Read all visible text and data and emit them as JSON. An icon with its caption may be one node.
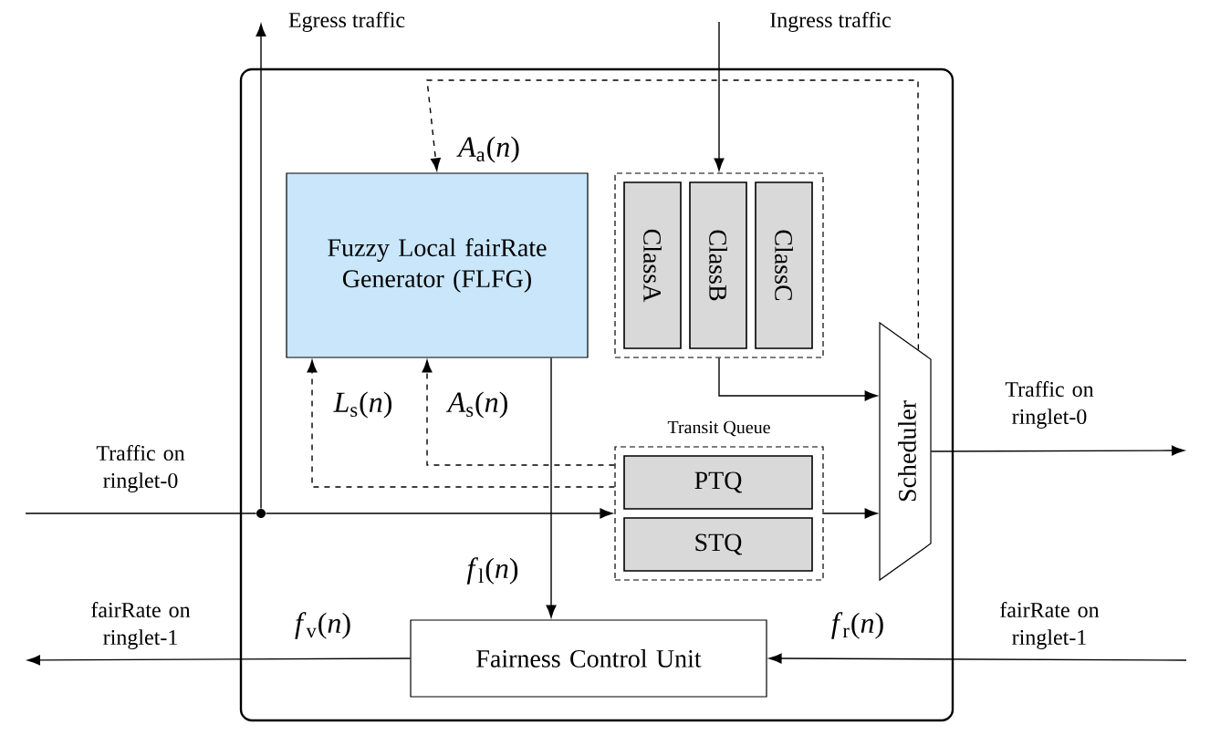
{
  "diagram": {
    "nodes": [
      {
        "text": [],
        "shape": "box"
      },
      {
        "text": [
          "Fuzzy Local fairRate Generator (FLFG)"
        ],
        "in": 0
      },
      {
        "text": [],
        "shape": "box",
        "in": 0
      },
      {
        "text": [
          "ClassA"
        ],
        "in": 2
      },
      {
        "text": [
          "ClassB"
        ],
        "in": 2
      },
      {
        "text": [
          "ClassC"
        ],
        "in": 2
      },
      {
        "text": [],
        "shape": "box",
        "in": 0,
        "beside": [
          "Transit Queue"
        ]
      },
      {
        "text": [
          "PTQ"
        ],
        "in": 6
      },
      {
        "text": [
          "STQ"
        ],
        "in": 6
      },
      {
        "text": [
          "Scheduler"
        ],
        "in": 0
      },
      {
        "text": [
          "Fairness Control Unit"
        ],
        "in": 0
      },
      {
        "text": [],
        "shape": "circle",
        "in": 0
      },
      {
        "text": [
          "Egress traffic"
        ]
      },
      {
        "text": [
          "Ingress traffic"
        ]
      }
    ],
    "edges": [
      {
        "from": null,
        "to": 11,
        "arrow": "none"
      },
      {
        "from": 11,
        "to": 6,
        "arrow": "to"
      },
      {
        "from": 11,
        "to": 12,
        "arrow": "to"
      },
      {
        "from": 13,
        "to": 2,
        "arrow": "to"
      },
      {
        "from": 2,
        "to": 9,
        "arrow": "to"
      },
      {
        "from": 6,
        "to": 9,
        "arrow": "to"
      },
      {
        "from": 9,
        "to": null,
        "arrow": "to"
      },
      {
        "from": 9,
        "to": 1,
        "arrow": "to",
        "style": "dashed",
        "label": "*A*$_{a}$(*n*)"
      },
      {
        "from": 6,
        "to": 1,
        "arrow": "to",
        "style": "dashed",
        "label": "*L*$_{s}$(*n*)"
      },
      {
        "from": 6,
        "to": 1,
        "arrow": "to",
        "style": "dashed",
        "label": "*A*$_{s}$(*n*)"
      },
      {
        "from": 1,
        "to": 10,
        "arrow": "to",
        "label": "*f*$_{l}$(*n*)"
      },
      {
        "from": null,
        "to": 10,
        "arrow": "to",
        "label": "*f*$_{r}$(*n*)"
      },
      {
        "from": 10,
        "to": null,
        "arrow": "to",
        "label": "*f*$_{v}$(*n*)"
      }
    ],
    "labels": [
      "Traffic on ringlet-0",
      "Traffic on ringlet-0",
      "fairRate on ringlet-1",
      "fairRate on ringlet-1"
    ]
  }
}
